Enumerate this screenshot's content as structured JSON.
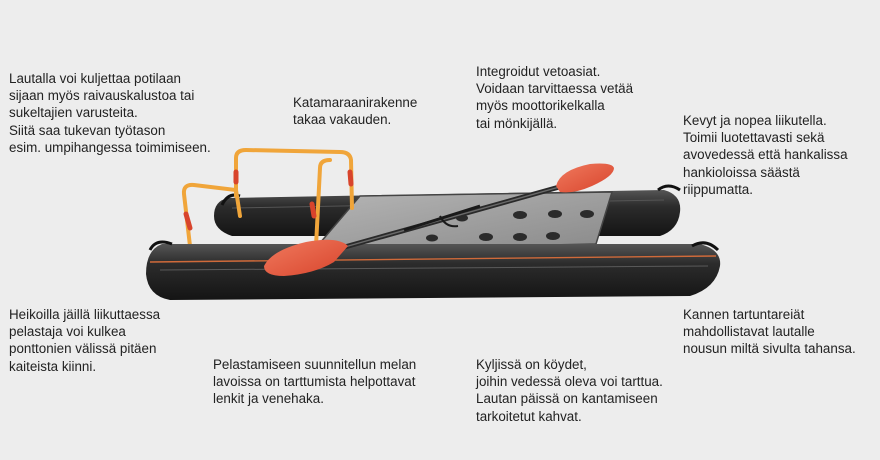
{
  "captions": {
    "top_left": [
      "Lautalla voi kuljettaa potilaan",
      "sijaan myös raivauskalustoa tai",
      "sukeltajien varusteita.",
      "Siitä saa tukevan työtason",
      "esim. umpihangessa toimimiseen."
    ],
    "catamaran": [
      "Katamaraanirakenne",
      "takaa vakauden."
    ],
    "tow": [
      "Integroidut vetoasiat.",
      "Voidaan tarvittaessa vetää",
      "myös moottorikelkalla",
      "tai mönkijällä."
    ],
    "light": [
      "Kevyt ja nopea liikutella.",
      "Toimii luotettavasti sekä",
      "avovedessä että hankalissa",
      "hankioloissa säästä",
      "riippumatta."
    ],
    "ice": [
      "Heikoilla jäillä liikuttaessa",
      "pelastaja voi kulkea",
      "ponttonien välissä pitäen",
      "kaiteista kiinni."
    ],
    "paddle": [
      "Pelastamiseen suunnitellun melan",
      "lavoissa on tarttumista helpottavat",
      "lenkit ja venehaka."
    ],
    "ropes": [
      "Kyljissä on köydet,",
      "joihin vedessä oleva voi tarttua.",
      "Lautan päissä on kantamiseen",
      "tarkoitetut kahvat."
    ],
    "holes": [
      "Kannen tartuntareiät",
      "mahdollistavat lautalle",
      "nousun miltä sivulta tahansa."
    ]
  },
  "colors": {
    "background": "#ededed",
    "pontoon": "#2a2a2a",
    "rail": "#f0a53a",
    "paddle_blade": "#e8503a",
    "deck": "#9a9a9a"
  }
}
